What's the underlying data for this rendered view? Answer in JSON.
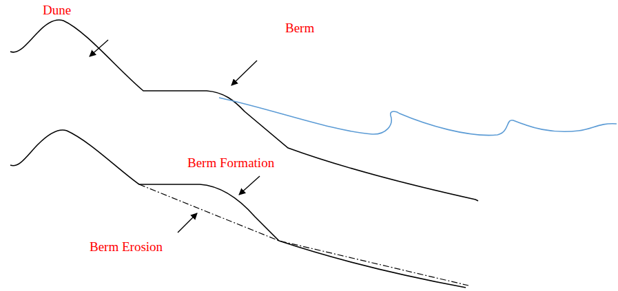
{
  "diagram": {
    "labels": [
      "Dune",
      "Berm",
      "Berm Formation",
      "Berm Erosion"
    ]
  }
}
